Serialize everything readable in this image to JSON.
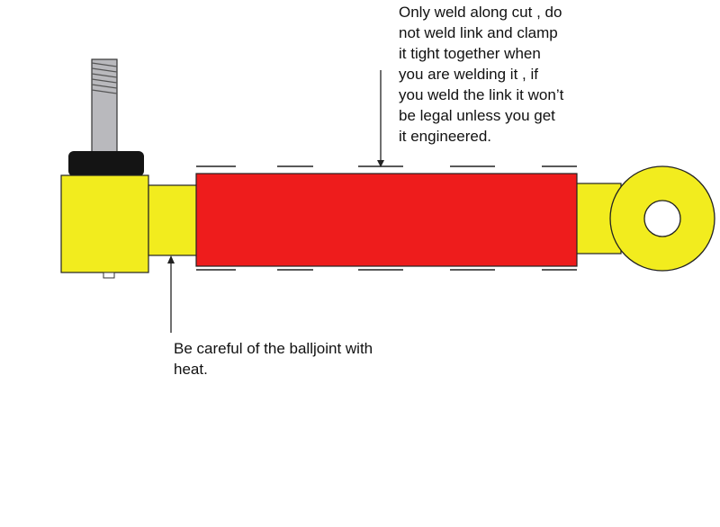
{
  "notes": {
    "weld_instruction": {
      "lines": [
        "Only weld along cut , do",
        "not weld link and clamp",
        "it tight together when",
        "you are welding it , if",
        "you weld the link it won’t",
        "be legal unless you get",
        "it engineered."
      ]
    },
    "balljoint_warning": {
      "lines": [
        "Be careful of the balljoint with",
        "heat."
      ]
    }
  },
  "colors": {
    "sleeve": "#ee1c1c",
    "link_end": "#f2ec1e",
    "stud": "#b9b9bd",
    "nut": "#141414",
    "outline": "#222222",
    "background": "#ffffff"
  }
}
